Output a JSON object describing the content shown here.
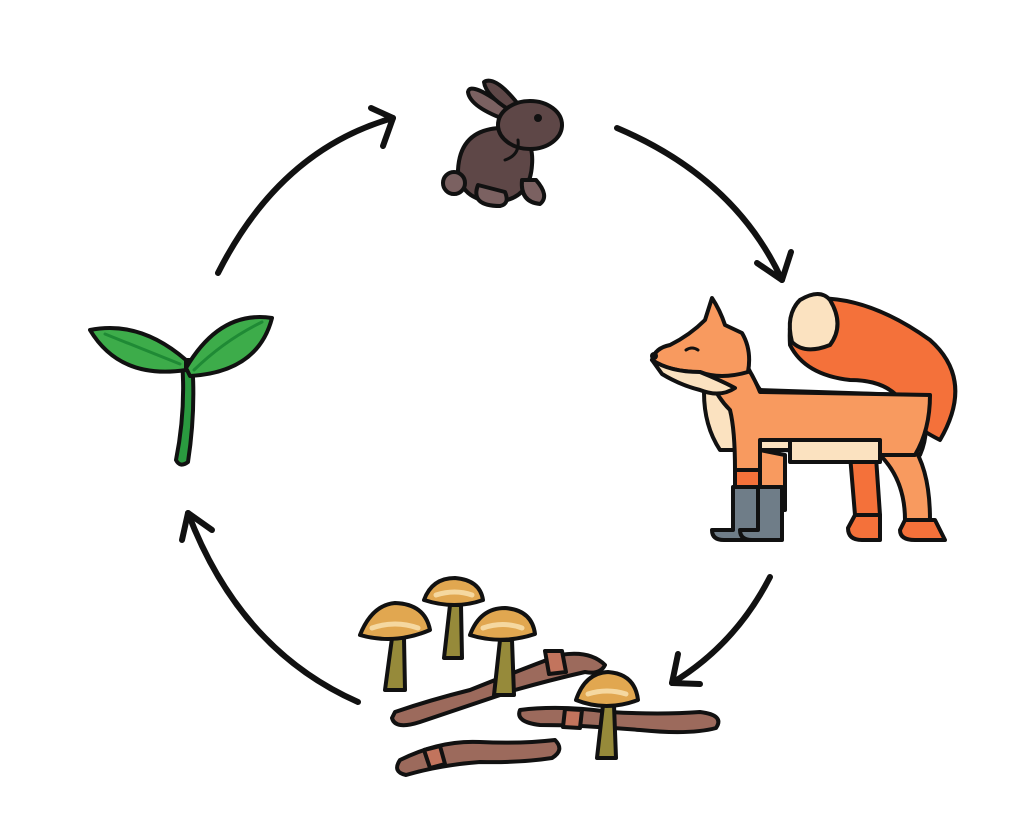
{
  "diagram": {
    "type": "cycle",
    "direction": "clockwise",
    "nodes": [
      {
        "id": "plant",
        "icon": "seedling-icon"
      },
      {
        "id": "rabbit",
        "icon": "rabbit-icon"
      },
      {
        "id": "fox",
        "icon": "fox-icon"
      },
      {
        "id": "decomposers",
        "icon": "mushrooms-and-worms-icon"
      }
    ],
    "edges": [
      {
        "from": "plant",
        "to": "rabbit"
      },
      {
        "from": "rabbit",
        "to": "fox"
      },
      {
        "from": "fox",
        "to": "decomposers"
      },
      {
        "from": "decomposers",
        "to": "plant"
      }
    ]
  },
  "colors": {
    "outline": "#111111",
    "arrow": "#111111",
    "leaf": "#3dac4a",
    "leaf_dark": "#1f8a35",
    "rabbit": "#5e4747",
    "rabbit_light": "#7b6161",
    "fox": "#f4713a",
    "fox_light": "#f89a5f",
    "fox_cream": "#fbe2c0",
    "boot": "#6f7d88",
    "mushroom_cap": "#e1a750",
    "mushroom_cap_light": "#f5d8a0",
    "mushroom_stem": "#968a3a",
    "worm": "#9c6a5c",
    "worm_band": "#c2745d"
  }
}
